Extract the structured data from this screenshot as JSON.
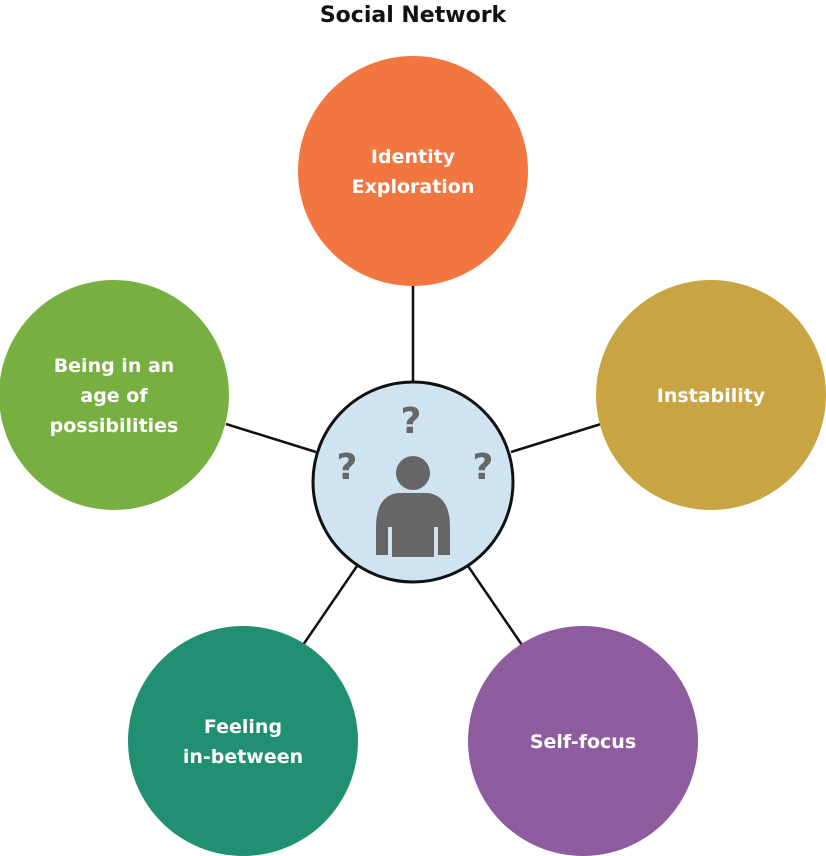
{
  "title": "Social Network",
  "center": {
    "fill": "#cfe3f0",
    "icon": "person-with-question-marks-icon",
    "icon_color": "#666666",
    "marks": [
      "?",
      "?",
      "?"
    ]
  },
  "nodes": [
    {
      "id": "identity-exploration",
      "lines": [
        "Identity",
        "Exploration"
      ],
      "color": "#f27640"
    },
    {
      "id": "instability",
      "lines": [
        "Instability"
      ],
      "color": "#c8a443"
    },
    {
      "id": "self-focus",
      "lines": [
        "Self-focus"
      ],
      "color": "#8f5b9f"
    },
    {
      "id": "feeling-in-between",
      "lines": [
        "Feeling",
        "in-between"
      ],
      "color": "#219072"
    },
    {
      "id": "age-of-possibilities",
      "lines": [
        "Being in an",
        "age of",
        "possibilities"
      ],
      "color": "#78af41"
    }
  ]
}
